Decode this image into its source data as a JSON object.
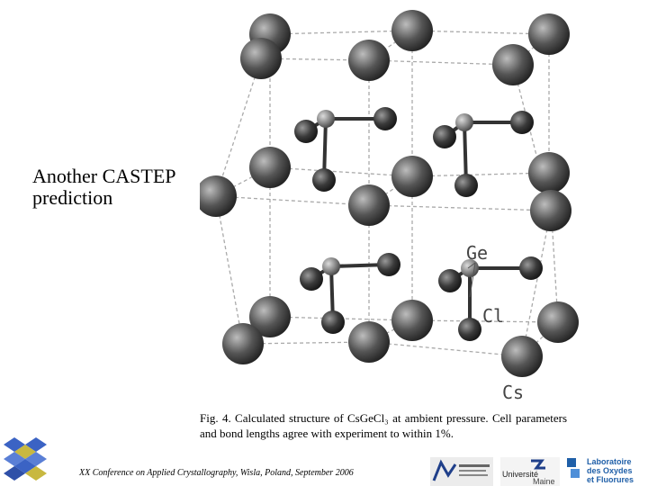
{
  "slide": {
    "title": "Another CASTEP prediction"
  },
  "figure": {
    "labels": {
      "ge": "Ge",
      "cl": "Cl",
      "cs": "Cs"
    },
    "caption": "Fig. 4. Calculated structure of CsGeCl₃ at ambient pressure. Cell parameters and bond lengths agree with experiment to within 1%."
  },
  "footer": {
    "text": "XX Conference on Applied Crystallography, Wisla, Poland, September 2006",
    "univ_logo_text": "Université",
    "univ_logo_sub": "Maine",
    "lab_logo_line1": "Laboratoire",
    "lab_logo_line2": "des Oxydes",
    "lab_logo_line3": "et Fluorures"
  },
  "colors": {
    "atom_cs": "#555555",
    "atom_cl": "#3a3a3a",
    "atom_ge": "#7a7a7a",
    "cell_line": "#aaaaaa",
    "bond": "#333333",
    "lab_logo_blue": "#1f5fa8"
  }
}
